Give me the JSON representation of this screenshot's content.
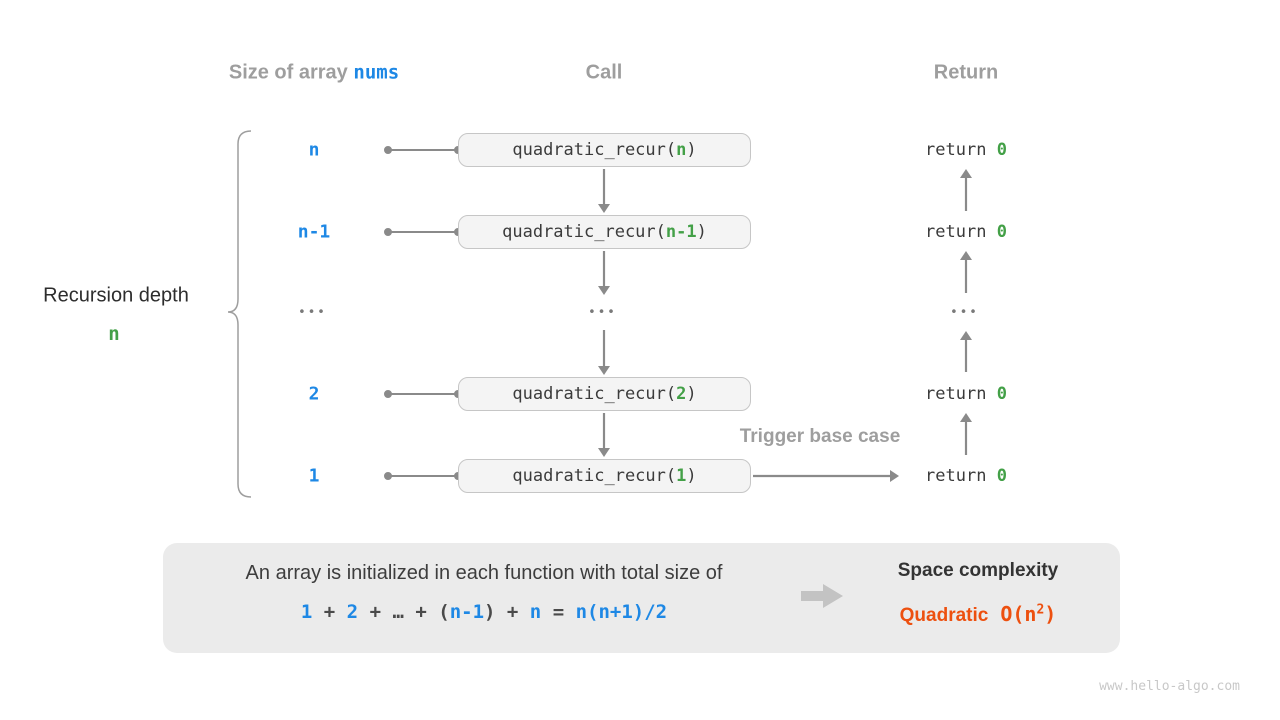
{
  "watermark": "www.hello-algo.com",
  "colors": {
    "blue": "#1e88e5",
    "green": "#43a047",
    "orange": "#ed500f",
    "gray": "#9e9e9e",
    "arrow": "#8a8a8a"
  },
  "headers": {
    "size_label": "Size of array",
    "size_code": "nums",
    "call": "Call",
    "return": "Return"
  },
  "left_label": {
    "text": "Recursion depth",
    "value": "n"
  },
  "rows": [
    {
      "size": "n",
      "call_prefix": "quadratic_recur(",
      "call_arg": "n",
      "call_suffix": ")",
      "return_keyword": "return ",
      "return_value": "0"
    },
    {
      "size": "n-1",
      "call_prefix": "quadratic_recur(",
      "call_arg": "n-1",
      "call_suffix": ")",
      "return_keyword": "return ",
      "return_value": "0"
    },
    {
      "size": "•••",
      "call": "•••",
      "return": "•••"
    },
    {
      "size": "2",
      "call_prefix": "quadratic_recur(",
      "call_arg": "2",
      "call_suffix": ")",
      "return_keyword": "return ",
      "return_value": "0"
    },
    {
      "size": "1",
      "call_prefix": "quadratic_recur(",
      "call_arg": "1",
      "call_suffix": ")",
      "return_keyword": "return ",
      "return_value": "0"
    }
  ],
  "trigger_label": "Trigger base case",
  "summary": {
    "line1": "An array is initialized in each function with total size of",
    "formula_parts": [
      {
        "text": "1"
      },
      {
        "text": " + "
      },
      {
        "text": "2"
      },
      {
        "text": " + "
      },
      {
        "text": "…"
      },
      {
        "text": " + "
      },
      {
        "text": "("
      },
      {
        "text": "n-1"
      },
      {
        "text": ")"
      },
      {
        "text": " + "
      },
      {
        "text": "n"
      },
      {
        "text": " = "
      },
      {
        "text": "n(n+1)/2"
      }
    ],
    "space_title": "Space complexity",
    "complexity_word": "Quadratic",
    "big_o_prefix": "O(n",
    "big_o_exp": "2",
    "big_o_suffix": ")"
  }
}
